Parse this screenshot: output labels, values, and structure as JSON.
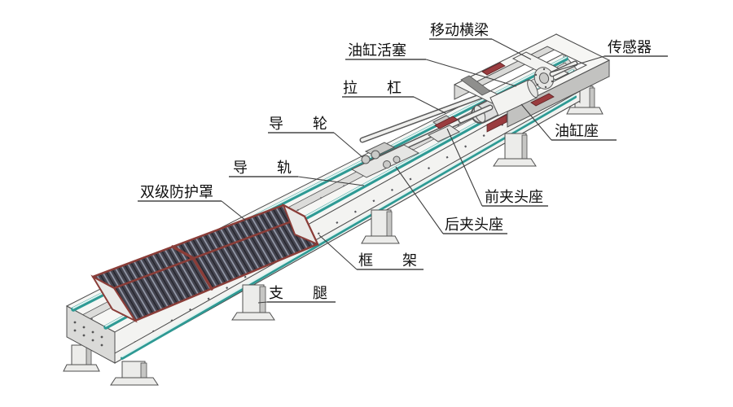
{
  "diagram": {
    "type": "technical-illustration",
    "labels": {
      "moving_crossbeam": {
        "text": "移动横梁"
      },
      "cylinder_piston": {
        "text": "油缸活塞"
      },
      "sensor": {
        "text": "传感器"
      },
      "pull_rod": {
        "text": "拉　　杠"
      },
      "cylinder_seat": {
        "text": "油缸座"
      },
      "guide_wheel": {
        "text": "导　　轮"
      },
      "guide_rail": {
        "text": "导　　轨"
      },
      "protective_cover": {
        "text": "双级防护罩"
      },
      "front_clamp_seat": {
        "text": "前夹头座"
      },
      "rear_clamp_seat": {
        "text": "后夹头座"
      },
      "frame": {
        "text": "框　　架"
      },
      "support_leg": {
        "text": "支　　腿"
      }
    },
    "colors": {
      "background": "#ffffff",
      "beam_white": "#f3f3f1",
      "shade_gray": "#dadad8",
      "rail_teal": "#2e9a94",
      "rail_highlight": "#dff3f1",
      "cover_frame_red": "#8a3d38",
      "pad_red": "#9a3c3f",
      "mesh_dark": "#454550",
      "line_dark": "#4a4a4a",
      "text_color": "#101010"
    }
  }
}
